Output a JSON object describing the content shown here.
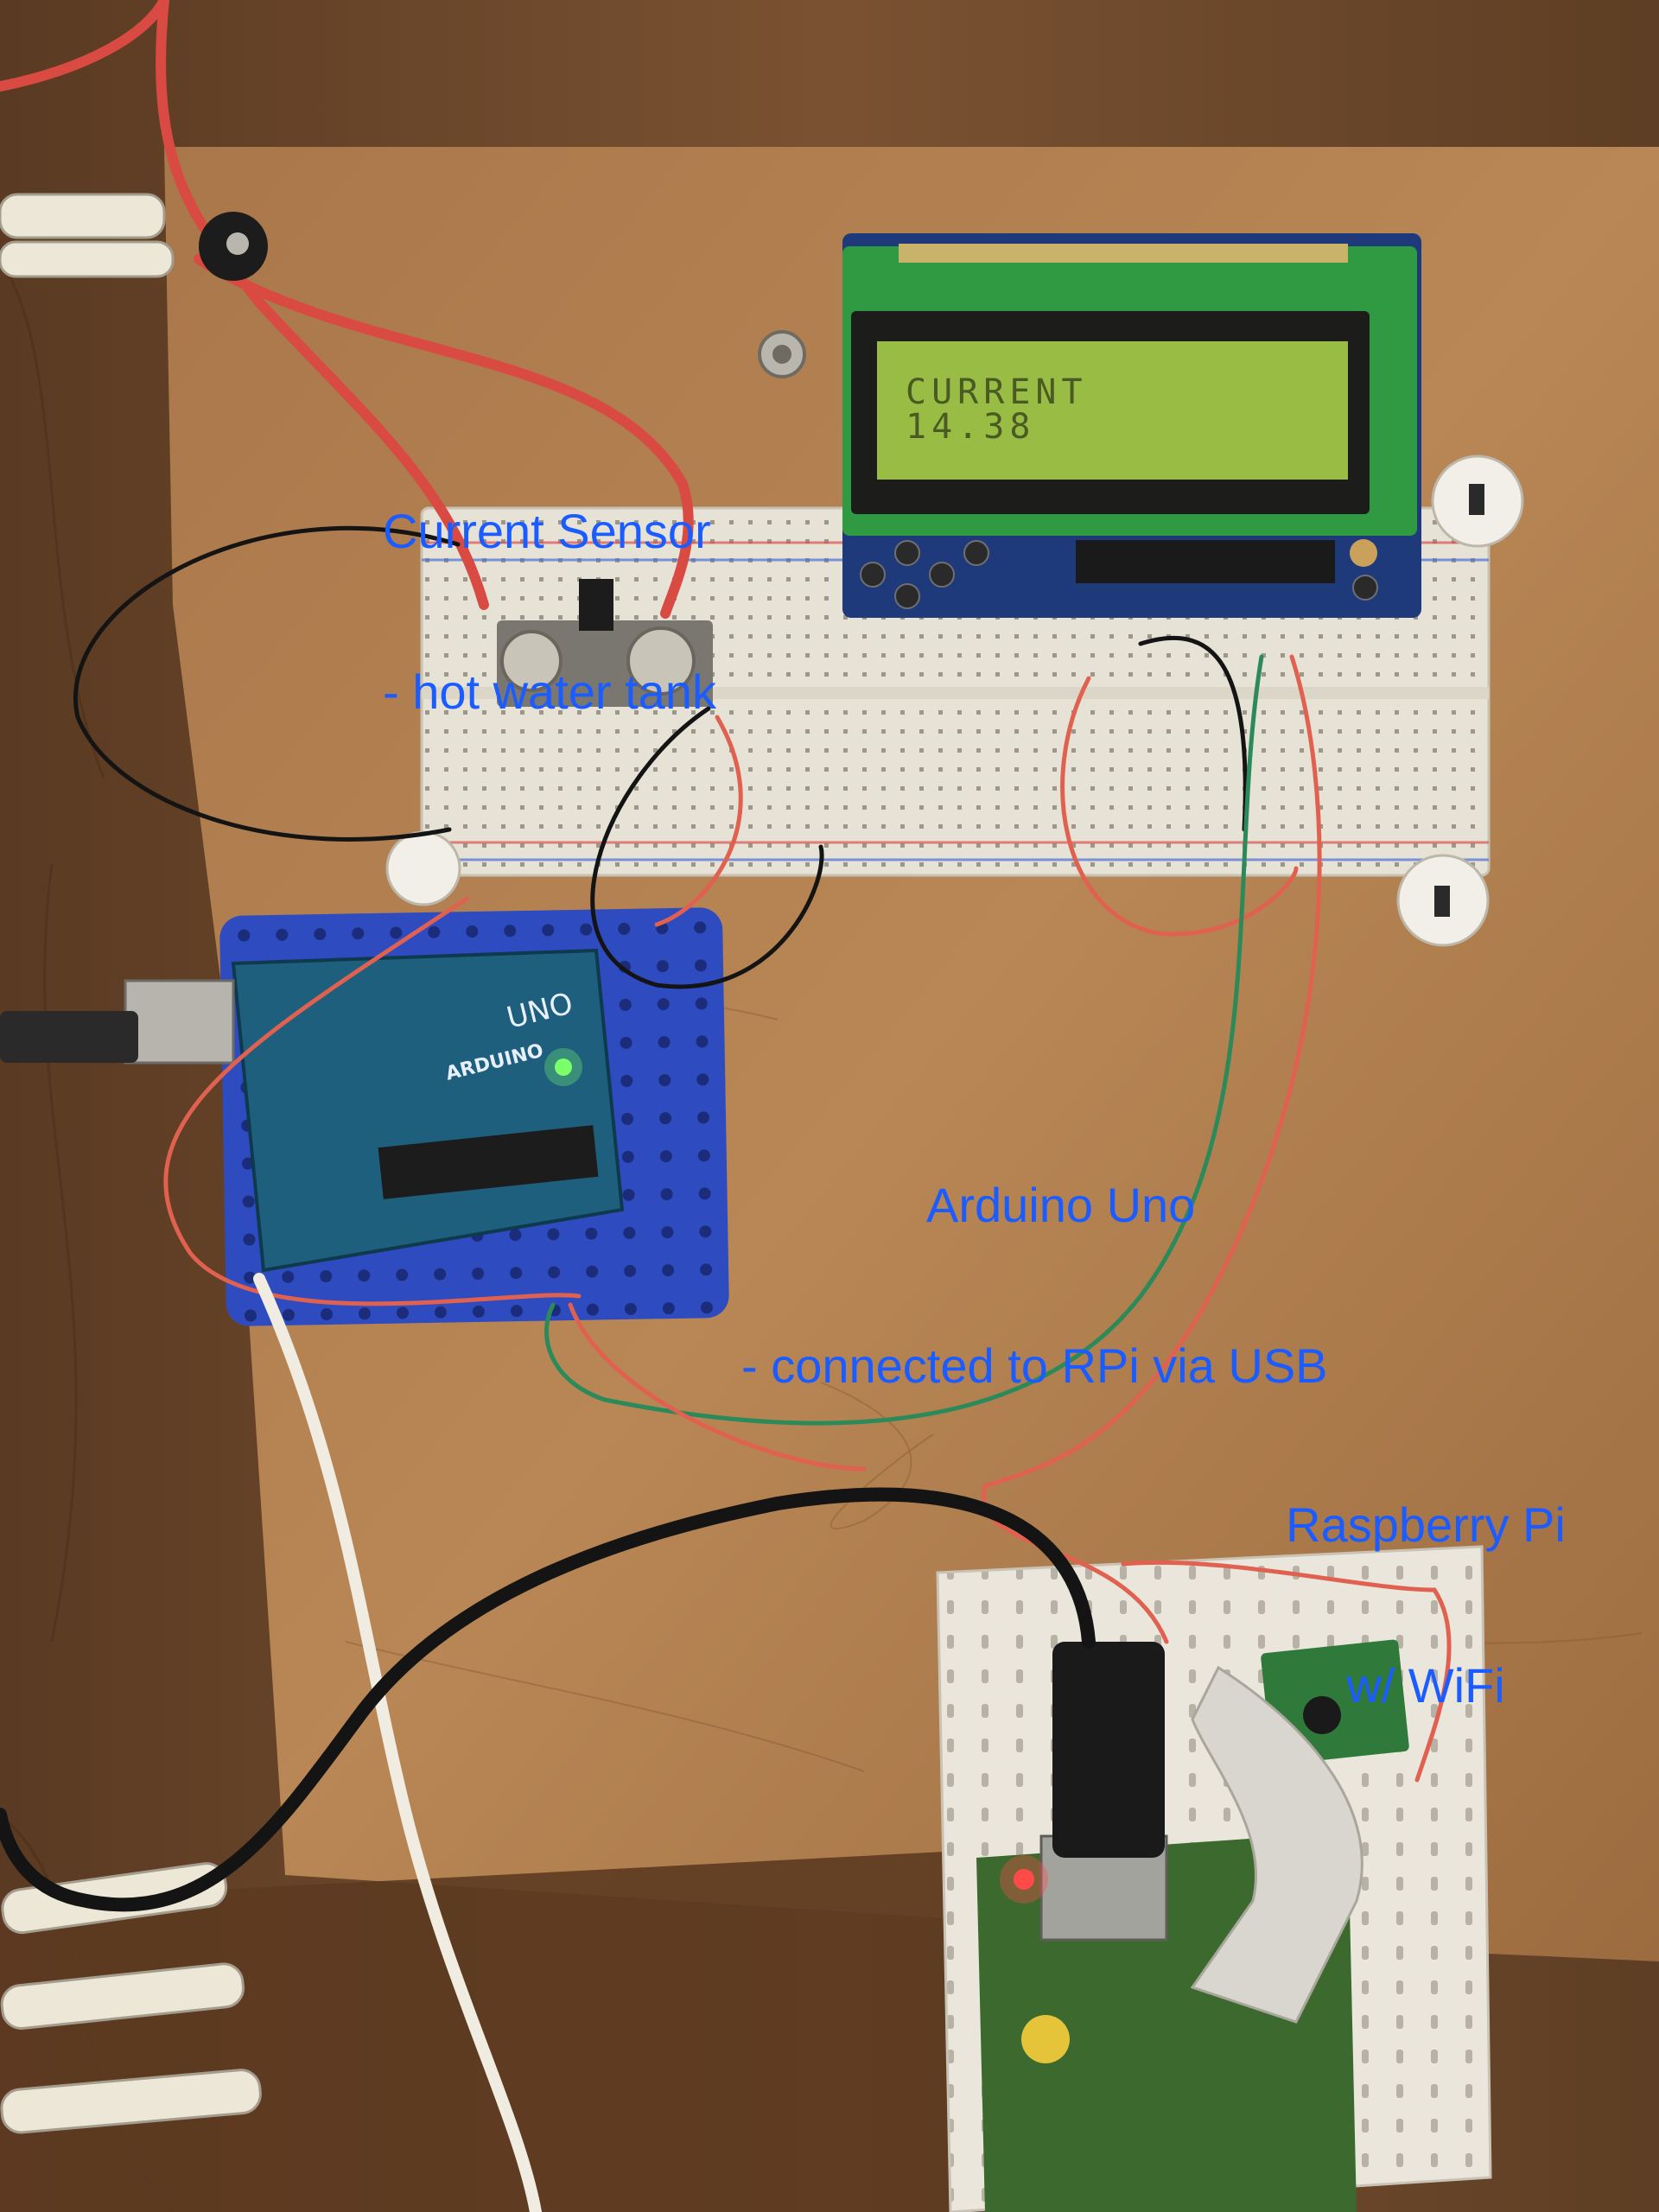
{
  "annotations": {
    "current_sensor": [
      "Current Sensor",
      "- hot water tank"
    ],
    "arduino": [
      "Arduino Uno",
      "- connected to RPi via USB"
    ],
    "raspberry_pi": [
      "Raspberry Pi",
      "w/ WiFi"
    ]
  },
  "lcd": {
    "line1": "CURRENT",
    "line2": "14.38"
  },
  "board_markings": {
    "uno": "UNO",
    "arduino": "ARDUINO"
  },
  "colors": {
    "annotation_text": "#1a5cff",
    "wood": "#8a6038",
    "breadboard": "#e6e0d4",
    "arduino_mount": "#2c49b8",
    "lcd_screen": "#8fb53c"
  }
}
